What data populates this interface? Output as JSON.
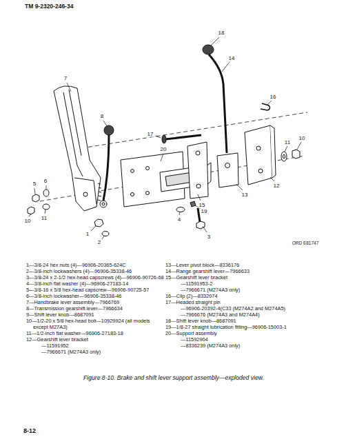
{
  "diagram": {
    "caption": "Figure 8-10. Brake and shift lever support assembly—exploded view.",
    "labels": [
      "TM 9-2320-246-34",
      "18",
      "14",
      "7",
      "16",
      "8",
      "17",
      "20",
      "11",
      "10",
      "5",
      "6",
      "10",
      "11",
      "15",
      "13",
      "12",
      "19",
      "4",
      "1",
      "2",
      "3",
      "ORD E81747",
      "1—3/8-24 hex nuts (4)—96906-20365-624C",
      "2—3/8-inch lockwashers (4)—96906-35338-46",
      "3—3/8-24 x 2-1/2 hex-head capscrews (4)—96906-90726-68",
      "4—3/8-inch flat washer (4)—96906-27183-14",
      "5—3/8-16 x 5/8 hex-head capscrew—96906-90725-57",
      "6—3/8-inch lockwasher—96906-35338-46",
      "7—Handbrake lever assembly—7966769",
      "8—Transmission gearshift lever—7966634",
      "9—Shift lever knob—8687091",
      "10—1/2-20 x 5/8 hex-head bolt—10929924 (all models except M27A3)",
      "11—1/2-inch flat washer—96906-27183-18",
      "12—Gearshift lever bracket",
      "—11591952",
      "—7966671 (M274A3 only)",
      "13—Lever pivot block—8336176",
      "14—Range gearshift lever—7966633",
      "15—Gearshift lever bracket",
      "—11591953-2",
      "—7966671 (M274A3 only)",
      "16—Clip (2)—8332074",
      "17—Headed straight pin",
      "—96906-20392-4(C33 (M274A2 and M274A5)",
      "—7966676 (M274A3 and M274A4)",
      "18—Shift lever knob—8687091",
      "19—1/8-27 straight lubrication fitting—96906-15003-1",
      "20—Support assembly",
      "—11592904",
      "—8336239 (M274A3 only)",
      "8-12"
    ]
  }
}
